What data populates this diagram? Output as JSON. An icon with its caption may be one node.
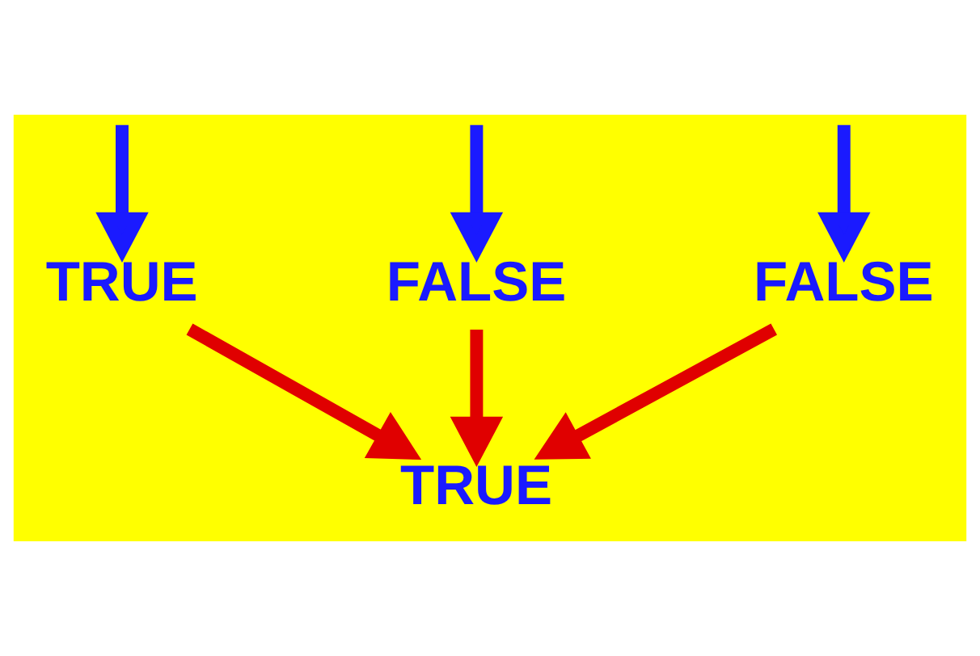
{
  "diagram": {
    "nodes": [
      {
        "text": [
          "TRUE"
        ]
      },
      {
        "text": [
          "FALSE"
        ]
      },
      {
        "text": [
          "FALSE"
        ]
      },
      {
        "text": [
          "TRUE"
        ]
      }
    ],
    "edges": [
      {
        "from": null,
        "to": 0,
        "arrow": "to"
      },
      {
        "from": null,
        "to": 1,
        "arrow": "to"
      },
      {
        "from": null,
        "to": 2,
        "arrow": "to"
      },
      {
        "from": 0,
        "to": 3,
        "arrow": "to",
        "color": "#e00000"
      },
      {
        "from": 1,
        "to": 3,
        "arrow": "to",
        "color": "#e00000"
      },
      {
        "from": 2,
        "to": 3,
        "arrow": "to",
        "color": "#e00000"
      }
    ]
  }
}
